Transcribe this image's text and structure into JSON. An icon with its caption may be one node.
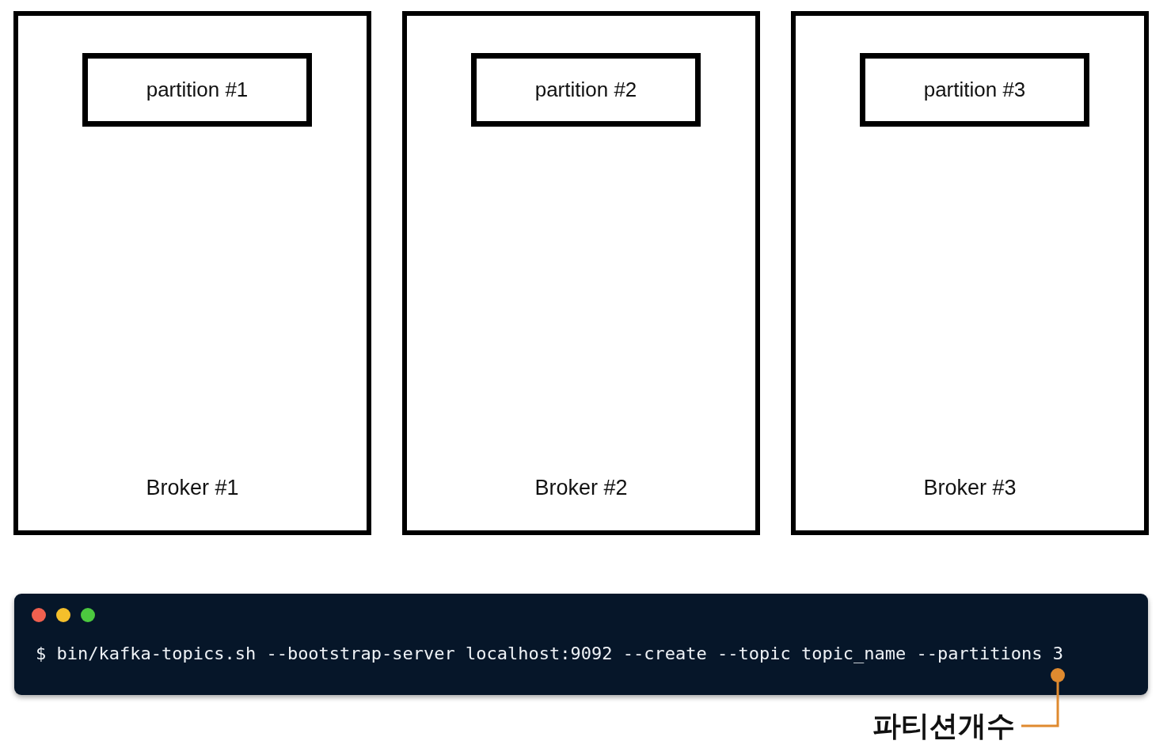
{
  "diagram": {
    "nodes": [
      {
        "text": [
          "Broker #1"
        ]
      },
      {
        "text": [
          "partition #1"
        ],
        "in": 0
      },
      {
        "text": [
          "Broker #2"
        ]
      },
      {
        "text": [
          "partition #2"
        ],
        "in": 2
      },
      {
        "text": [
          "Broker #3"
        ]
      },
      {
        "text": [
          "partition #3"
        ],
        "in": 4
      },
      {
        "text": [
          "$ bin/kafka-topics.sh --bootstrap-server localhost:9092 --create --topic topic_name --partitions 3"
        ]
      },
      {
        "text": [
          "파티션개수"
        ]
      }
    ],
    "edges": [
      {
        "from": 7,
        "to": 6,
        "arrow": "other",
        "color": "#df8a2f"
      }
    ]
  }
}
